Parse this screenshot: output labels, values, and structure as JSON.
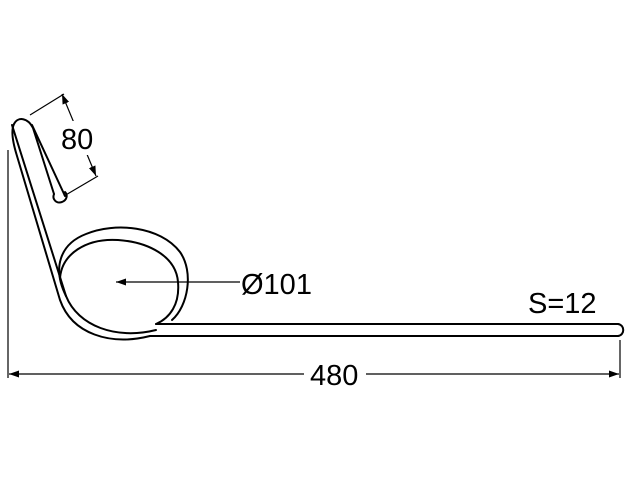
{
  "drawing": {
    "dimensions": {
      "hook_length": "80",
      "coil_diameter": "Ø101",
      "total_length": "480",
      "wire_thickness": "S=12"
    },
    "colors": {
      "line": "#000000",
      "background": "#ffffff"
    }
  }
}
